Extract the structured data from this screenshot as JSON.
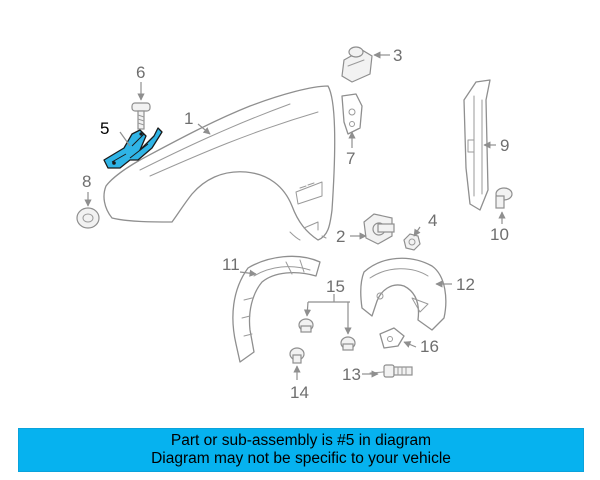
{
  "diagram": {
    "callouts": [
      "1",
      "2",
      "3",
      "4",
      "5",
      "6",
      "7",
      "8",
      "9",
      "10",
      "11",
      "12",
      "13",
      "14",
      "15",
      "16"
    ],
    "highlight_color": "#2fb4e6"
  },
  "banner": {
    "line1": "Part or sub-assembly is #5 in diagram",
    "line2": "Diagram may not be specific to your vehicle",
    "background": "#06b2ef"
  }
}
